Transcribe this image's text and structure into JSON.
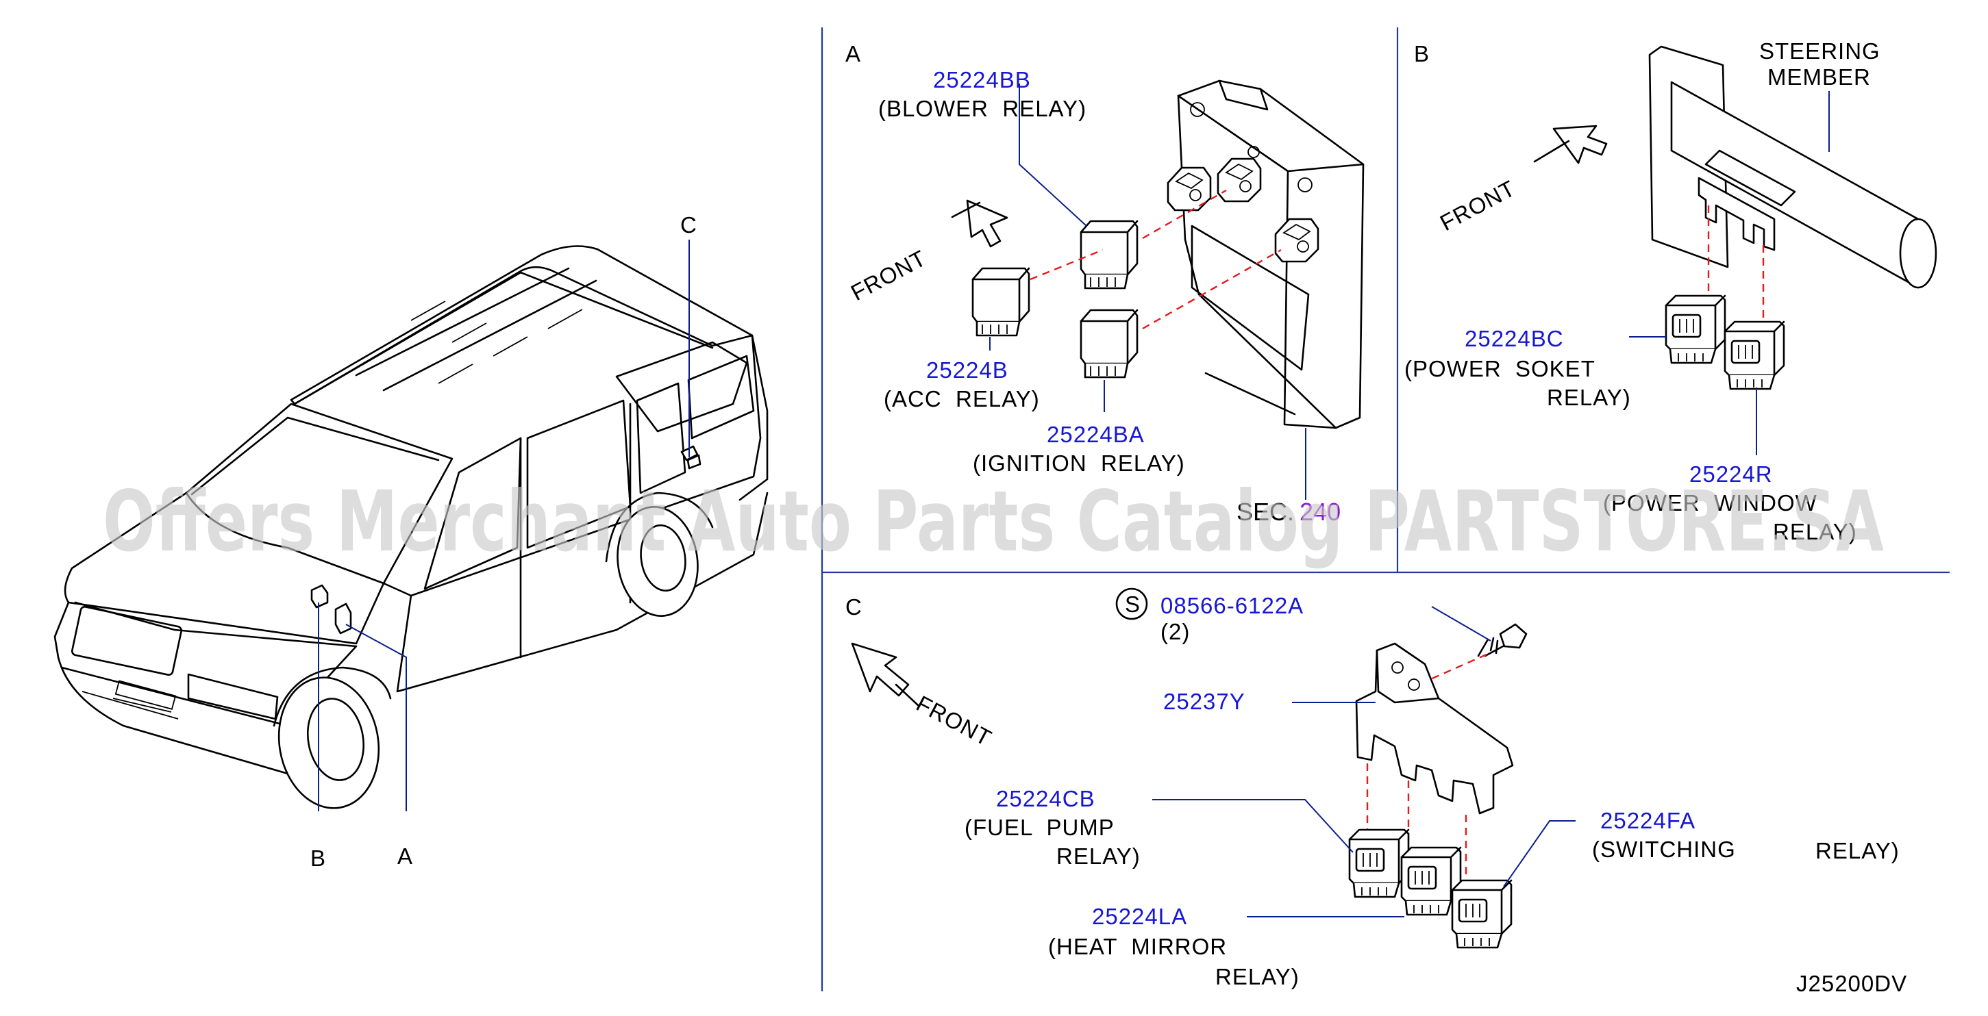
{
  "colors": {
    "part_number": "#1717d6",
    "leader_line": "#0b1f8c",
    "alignment_dash": "#e21b1b",
    "frame_line": "#223a9a",
    "section_ref": "#8b1ad0",
    "watermark": "#c8c8c8"
  },
  "overview": {
    "callout_a": "A",
    "callout_b": "B",
    "callout_c": "C"
  },
  "panel_a": {
    "title": "A",
    "front": "FRONT",
    "blower": {
      "pn": "25224BB",
      "desc": "(BLOWER  RELAY)"
    },
    "acc": {
      "pn": "25224B",
      "desc": "(ACC  RELAY)"
    },
    "ignition": {
      "pn": "25224BA",
      "desc": "(IGNITION  RELAY)"
    },
    "sec_prefix": "SEC.",
    "sec_number": "240"
  },
  "panel_b": {
    "title": "B",
    "front": "FRONT",
    "steering_line1": "STEERING",
    "steering_line2": "MEMBER",
    "power_socket": {
      "pn": "25224BC",
      "desc1": "(POWER  SOKET",
      "desc2": "RELAY)"
    },
    "power_window": {
      "pn": "25224R",
      "desc1": "(POWER  WINDOW",
      "desc2": "RELAY)"
    }
  },
  "panel_c": {
    "title": "C",
    "front": "FRONT",
    "screw_symbol": "S",
    "screw": {
      "pn": "08566-6122A",
      "qty": "(2)"
    },
    "bracket": {
      "pn": "25237Y"
    },
    "fuel_pump": {
      "pn": "25224CB",
      "desc1": "(FUEL  PUMP",
      "desc2": "RELAY)"
    },
    "switching": {
      "pn": "25224FA",
      "desc1": "(SWITCHING",
      "desc2": "RELAY)"
    },
    "heat_mirror": {
      "pn": "25224LA",
      "desc1": "(HEAT  MIRROR",
      "desc2": "RELAY)"
    }
  },
  "diagram_code": "J25200DV",
  "watermark_text": "Offers Merchant Auto Parts Catalog PARTSTORE.SA"
}
